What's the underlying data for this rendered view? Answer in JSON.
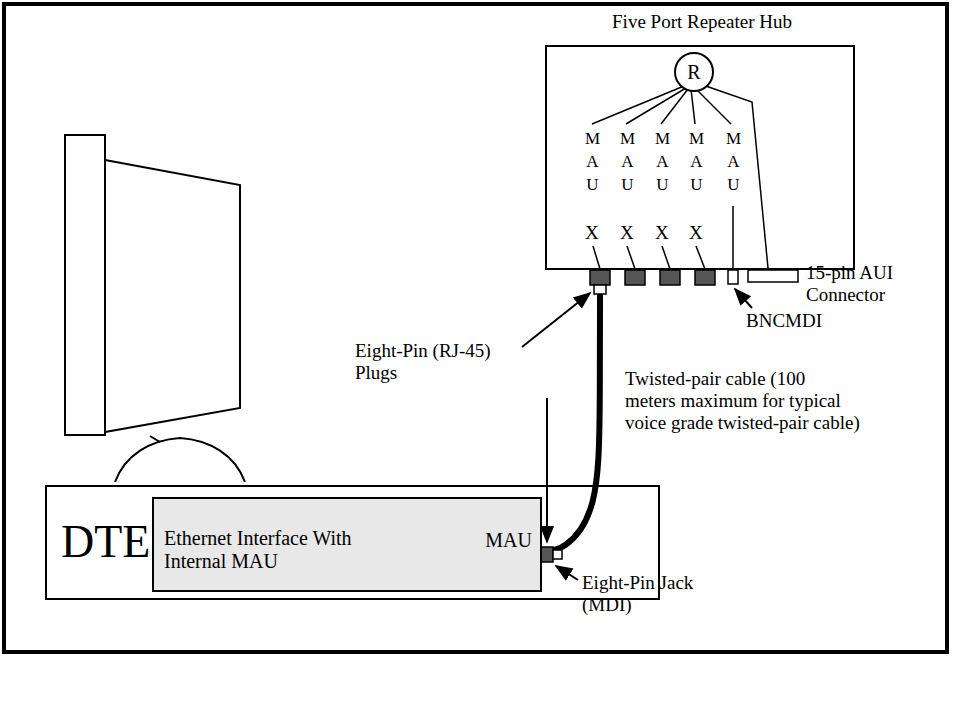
{
  "diagram": {
    "nodes": [
      {
        "text": [
          "Five Port Repeater Hub"
        ]
      },
      {
        "text": [
          "R"
        ],
        "in": 0
      },
      {
        "text": [
          "DTE"
        ]
      },
      {
        "text": [
          "Ethernet Interface With Internal MAU",
          "MAU"
        ],
        "in": 2
      }
    ],
    "edges": [
      {
        "from": 3,
        "to": 0,
        "arrow": "none"
      }
    ],
    "labels": [
      "M A U",
      "M A U",
      "M A U",
      "M A U",
      "M A U",
      "X",
      "X",
      "X",
      "X",
      "Eight-Pin (RJ-45) Plugs",
      "15-pin AUI Connector",
      "BNCMDI",
      "Twisted-pair cable (100 meters maximum for typical voice grade twisted-pair cable)",
      "Eight-Pin Jack (MDI)"
    ]
  }
}
